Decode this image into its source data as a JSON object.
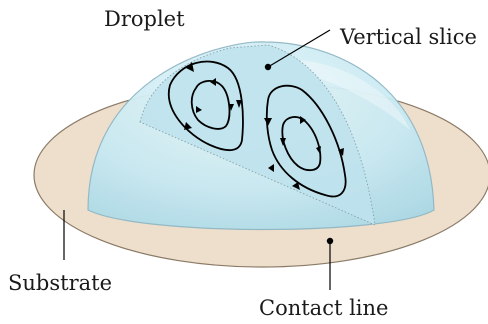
{
  "labels": {
    "droplet": "Droplet",
    "vertical_slice": "Vertical slice",
    "substrate": "Substrate",
    "contact_line": "Contact line"
  },
  "colors": {
    "substrate_fill": "#eedfcc",
    "substrate_stroke": "#8a7a66",
    "droplet_fill": "#c9eaf3",
    "droplet_stroke": "#8fb7c4",
    "slice_fill": "#bfe3ee",
    "streamline": "#000000"
  }
}
